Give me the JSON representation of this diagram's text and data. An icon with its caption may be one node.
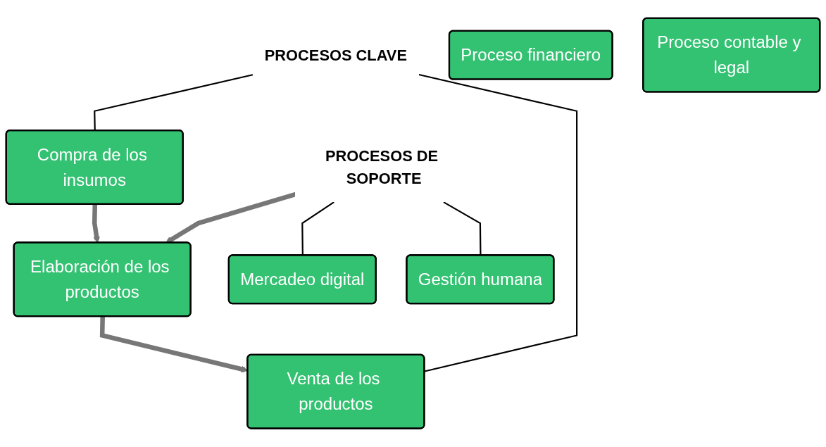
{
  "diagram": {
    "nodes": [
      {
        "text": [
          "PROCESOS CLAVE"
        ]
      },
      {
        "text": [
          "Compra de los insumos"
        ]
      },
      {
        "text": [
          "Elaboración de los productos"
        ]
      },
      {
        "text": [
          "Venta de los productos"
        ]
      },
      {
        "text": [
          "PROCESOS DE SOPORTE"
        ]
      },
      {
        "text": [
          "Mercadeo digital"
        ]
      },
      {
        "text": [
          "Proceso financiero"
        ]
      },
      {
        "text": [
          "Proceso contable y legal"
        ]
      },
      {
        "text": [
          "Gestión humana"
        ]
      }
    ],
    "edges": [
      {
        "from": 0,
        "to": 1,
        "arrow": "none"
      },
      {
        "from": 0,
        "to": 3,
        "arrow": "none"
      },
      {
        "from": 1,
        "to": 2,
        "arrow": "to",
        "style": "thick",
        "color": "#777777"
      },
      {
        "from": 2,
        "to": 3,
        "arrow": "to",
        "style": "thick",
        "color": "#777777"
      },
      {
        "from": 4,
        "to": 2,
        "arrow": "to",
        "style": "thick",
        "color": "#777777"
      },
      {
        "from": 4,
        "to": 5,
        "arrow": "none"
      },
      {
        "from": 4,
        "to": 8,
        "arrow": "none"
      }
    ]
  }
}
